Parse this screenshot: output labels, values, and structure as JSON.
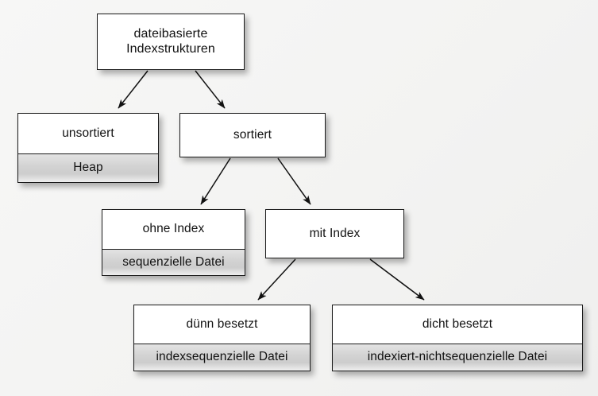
{
  "diagram": {
    "title": "dateibasierte Indexstrukturen",
    "background_color": "#f4f4f3",
    "node_fill": "#ffffff",
    "subcell_fill": "#d4d4d4",
    "border_color": "#1a1a1a",
    "text_color": "#111111"
  },
  "nodes": {
    "root": {
      "label": "dateibasierte\nIndexstrukturen"
    },
    "unsortiert": {
      "label": "unsortiert",
      "sublabel": "Heap"
    },
    "sortiert": {
      "label": "sortiert"
    },
    "ohne_index": {
      "label": "ohne Index",
      "sublabel": "sequenzielle Datei"
    },
    "mit_index": {
      "label": "mit Index"
    },
    "duenn_besetzt": {
      "label": "dünn besetzt",
      "sublabel": "indexsequenzielle Datei"
    },
    "dicht_besetzt": {
      "label": "dicht besetzt",
      "sublabel": "indexiert-nichtsequenzielle Datei"
    }
  },
  "edges": [
    {
      "from": "root",
      "to": "unsortiert"
    },
    {
      "from": "root",
      "to": "sortiert"
    },
    {
      "from": "sortiert",
      "to": "ohne_index"
    },
    {
      "from": "sortiert",
      "to": "mit_index"
    },
    {
      "from": "mit_index",
      "to": "duenn_besetzt"
    },
    {
      "from": "mit_index",
      "to": "dicht_besetzt"
    }
  ]
}
